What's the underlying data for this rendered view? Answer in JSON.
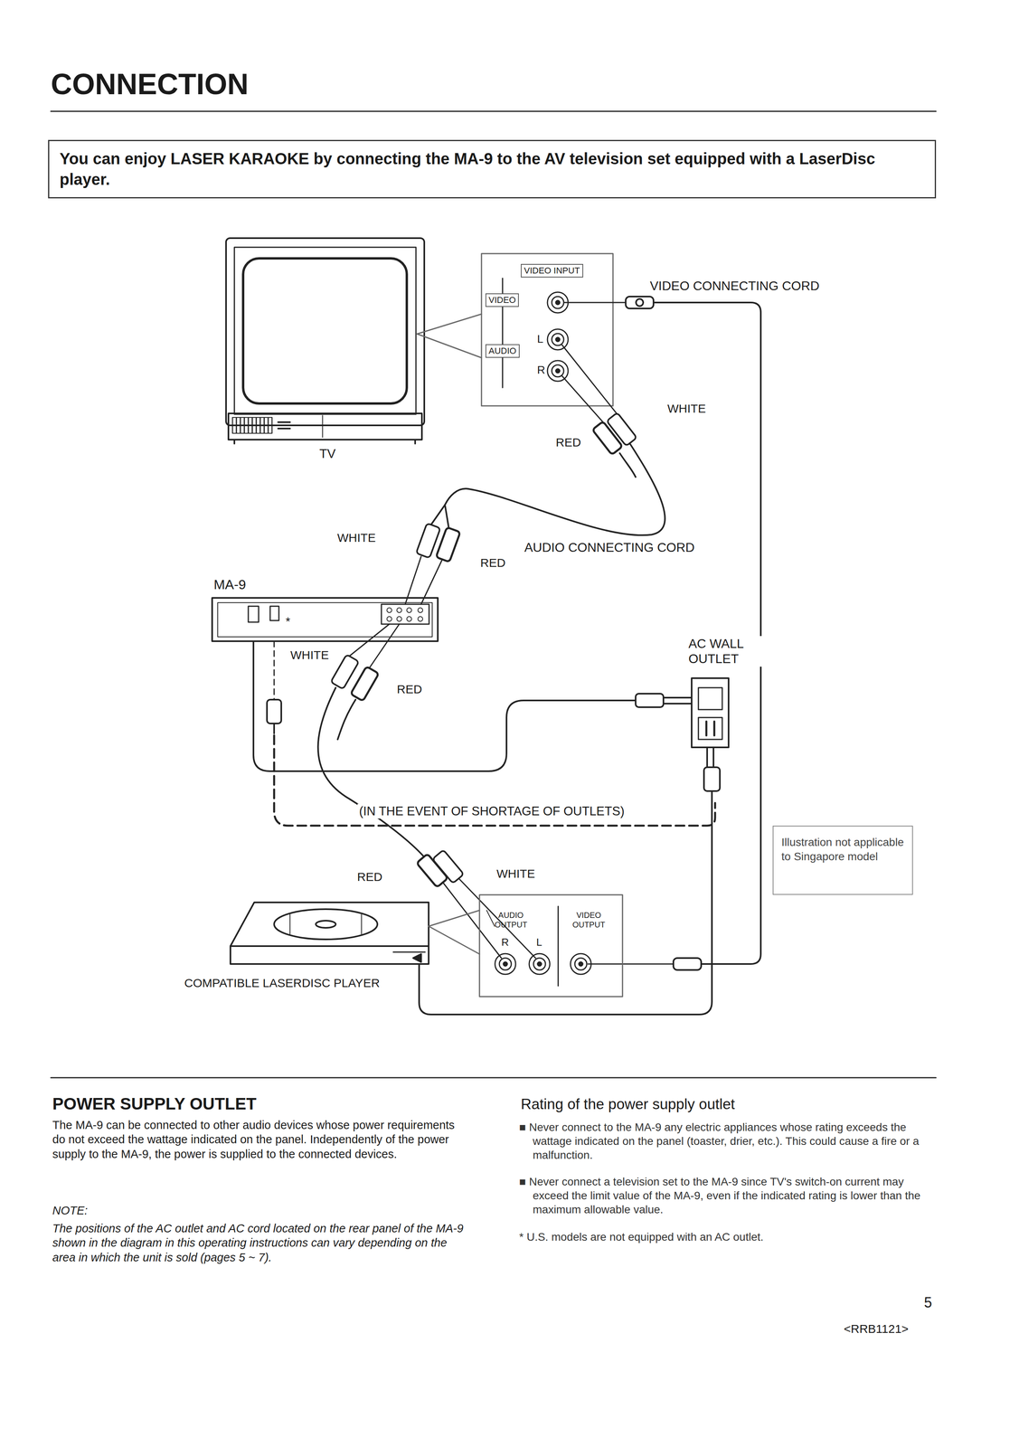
{
  "diagram": {
    "title": "CONNECTION",
    "nodes": [
      {
        "text": [
          "You can enjoy LASER KARAOKE by connecting the MA-9 to the AV television set equipped with a LaserDisc player."
        ]
      },
      {
        "text": [
          "Illustration not applicable to Singapore model"
        ]
      }
    ],
    "labels": [
      "VIDEO INPUT",
      "VIDEO",
      "AUDIO",
      "L",
      "R",
      "VIDEO CONNECTING CORD",
      "WHITE",
      "RED",
      "TV",
      "WHITE",
      "RED",
      "AUDIO CONNECTING CORD",
      "MA-9",
      "*",
      "WHITE",
      "RED",
      "AC WALL OUTLET",
      "(IN THE EVENT OF SHORTAGE OF OUTLETS)",
      "RED",
      "WHITE",
      "AUDIO OUTPUT",
      "VIDEO OUTPUT",
      "R",
      "L",
      "COMPATIBLE LASERDISC PLAYER",
      "POWER SUPPLY OUTLET",
      "The MA-9 can be connected to other audio devices whose power requirements do not exceed the wattage indicated on the panel. Independently of the power supply to the MA-9, the power is supplied to the connected devices.",
      "NOTE:",
      "The positions of the AC outlet and AC cord located on the rear panel of the MA-9 shown in the diagram in this operating instructions can vary depending on the area in which the unit is sold (pages 5 ~ 7).",
      "Rating of the power supply outlet",
      "■ Never connect to the MA-9 any electric appliances whose rating exceeds the wattage indicated on the panel (toaster, drier, etc.). This could cause a fire or a malfunction.",
      "■ Never connect a television set to the MA-9 since TV's switch-on current may exceed the limit value of the MA-9, even if the indicated rating is lower than the maximum allowable value.",
      "* U.S. models are not equipped with an AC outlet.",
      "5",
      "<RRB1121>"
    ]
  }
}
